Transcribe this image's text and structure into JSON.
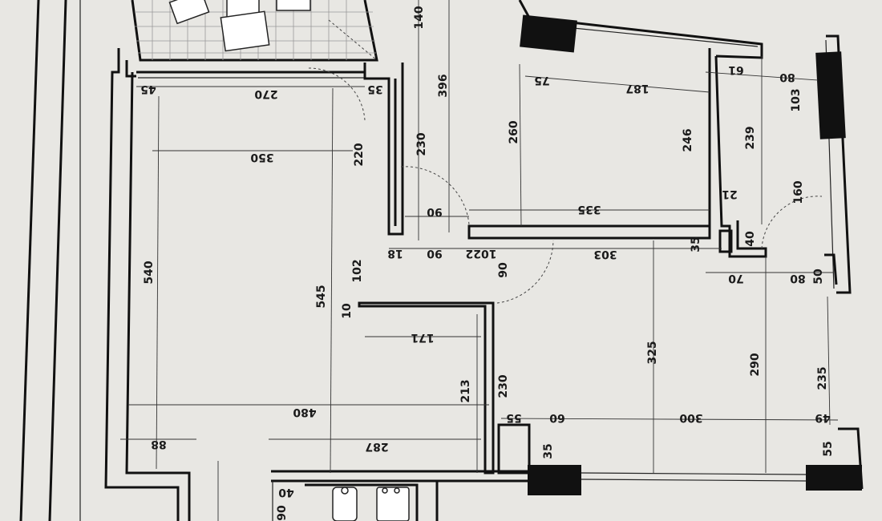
{
  "colors": {
    "paper": "#e8e7e3",
    "background": "#c9c7c2",
    "ink": "#111111",
    "solid_wall": "#111111",
    "tile_grid": "#9a9a9a"
  },
  "plan": {
    "dimensions": {
      "d45": "45",
      "d270": "270",
      "d35a": "35",
      "d350": "350",
      "d140": "140",
      "d396": "396",
      "d230a": "230",
      "d220": "220",
      "d90a": "90",
      "d260": "260",
      "d75": "75",
      "d187": "187",
      "d61": "61",
      "d80a": "80",
      "d103": "103",
      "d246": "246",
      "d239": "239",
      "d335": "335",
      "d160": "160",
      "d21": "21",
      "d18": "18",
      "d90b": "90",
      "d1022": "1022",
      "d303": "303",
      "d35b": "35",
      "d40a": "40",
      "d70": "70",
      "d80b": "80",
      "d50": "50",
      "d540": "540",
      "d545": "545",
      "d102": "102",
      "d90c": "90",
      "d10": "10",
      "d171": "171",
      "d325": "325",
      "d290": "290",
      "d235": "235",
      "d213": "213",
      "d230b": "230",
      "d55a": "55",
      "d60": "60",
      "d300": "300",
      "d49": "49",
      "d480": "480",
      "d88": "88",
      "d287": "287",
      "d35c": "35",
      "d55b": "55",
      "d40b": "40",
      "d90d": "90"
    }
  }
}
